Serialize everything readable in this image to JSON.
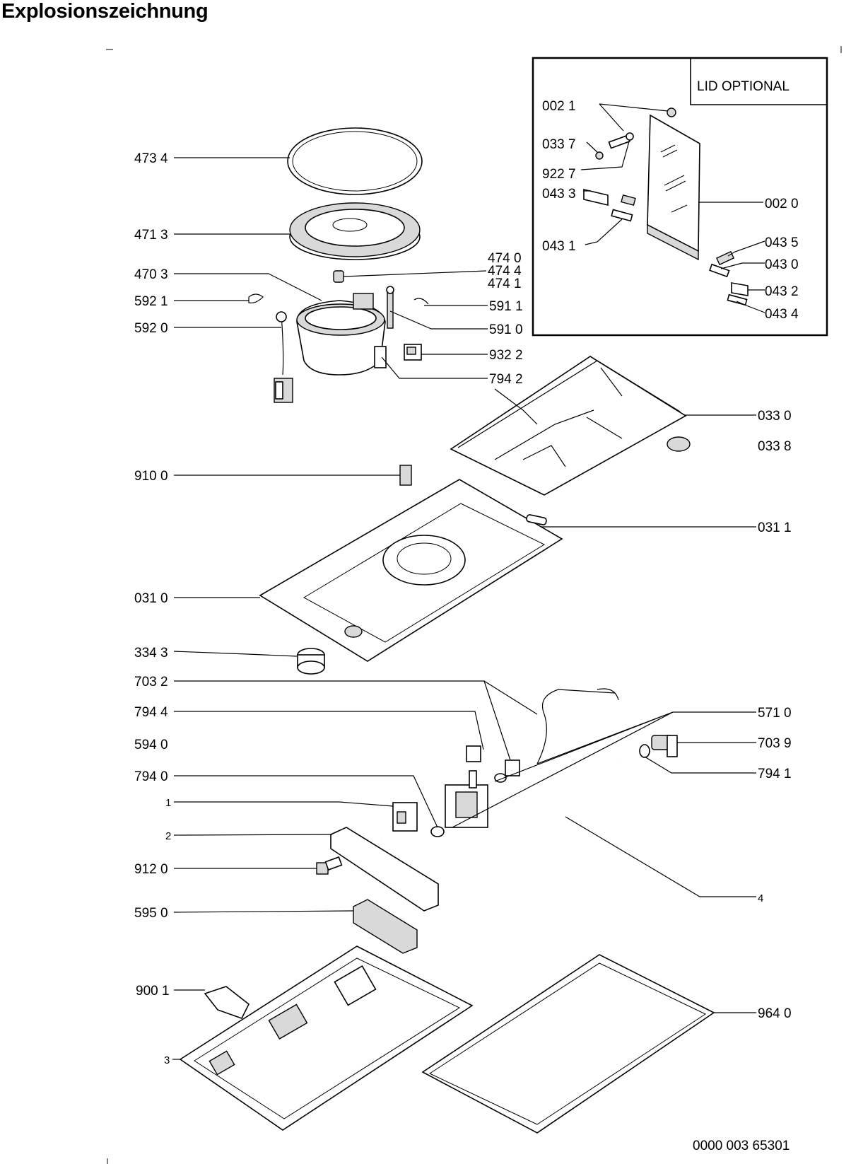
{
  "title": "Explosionszeichnung",
  "inset_title": "LID OPTIONAL",
  "drawing_number": "0000 003 65301",
  "labels_left": {
    "l4734": "473 4",
    "l4713": "471 3",
    "l4703": "470 3",
    "l5921": "592 1",
    "l5920": "592 0",
    "l9100": "910 0",
    "l0310": "031 0",
    "l3343": "334 3",
    "l7032": "703 2",
    "l7944": "794 4",
    "l5940": "594 0",
    "l7940": "794 0",
    "l1": "1",
    "l2": "2",
    "l9120": "912 0",
    "l5950": "595 0",
    "l9001": "900 1",
    "l3": "3"
  },
  "labels_right": {
    "l4740": "474 0",
    "l4744": "474 4",
    "l4741": "474 1",
    "l5911": "591 1",
    "l5910": "591 0",
    "l9322": "932 2",
    "l7942": "794 2",
    "l0330": "033 0",
    "l0338": "033 8",
    "l0311": "031 1",
    "l5710": "571 0",
    "l7039": "703 9",
    "l7941": "794 1",
    "l4": "4",
    "l9640": "964 0"
  },
  "labels_inset": {
    "l0021": "002 1",
    "l0337": "033 7",
    "l9227": "922 7",
    "l0433": "043 3",
    "l0431": "043 1",
    "l0020": "002 0",
    "l0435": "043 5",
    "l0430": "043 0",
    "l0432": "043 2",
    "l0434": "043 4"
  }
}
